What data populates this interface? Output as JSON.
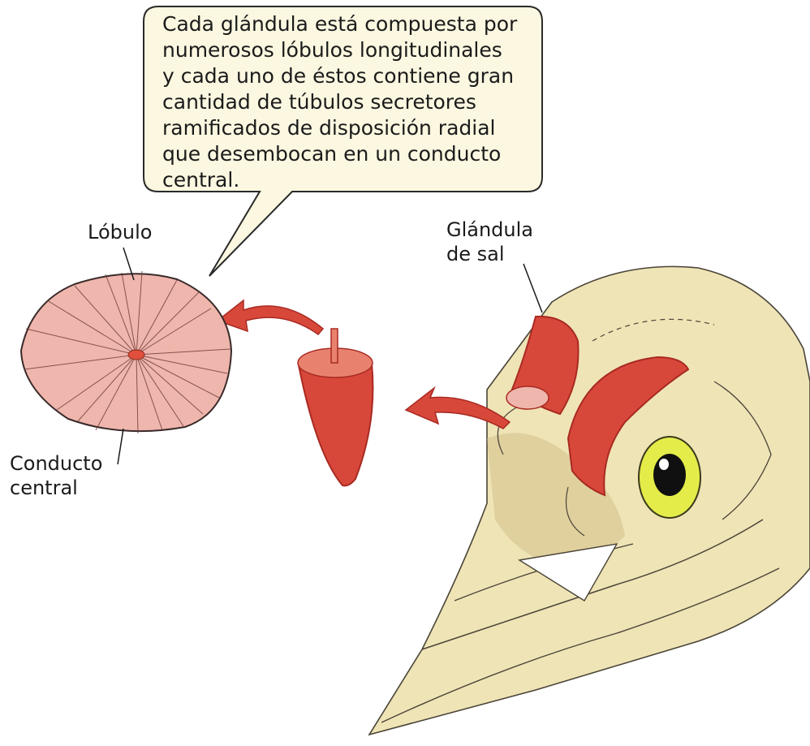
{
  "callout": {
    "lines": [
      "Cada glándula está compuesta por",
      "numerosos lóbulos longitudinales",
      "y cada uno de éstos contiene gran",
      "cantidad de túbulos secretores",
      "ramificados de disposición radial",
      "que desembocan en un conducto",
      "central."
    ]
  },
  "labels": {
    "lobulo": "Lóbulo",
    "glandula_line1": "Glándula",
    "glandula_line2": "de sal",
    "conducto_line1": "Conducto",
    "conducto_line2": "central"
  },
  "colors": {
    "bubble_fill": "#fbf7e0",
    "bubble_stroke": "#2a2a2a",
    "gland_red": "#d8483a",
    "gland_dark": "#a82a22",
    "lobule_fill": "#efb6ad",
    "lobule_duct": "#e0503c",
    "skull": "#efe4b6",
    "skull_shadow": "#d3c08a",
    "eye_ring": "#e4ec4a",
    "pupil": "#101010"
  }
}
